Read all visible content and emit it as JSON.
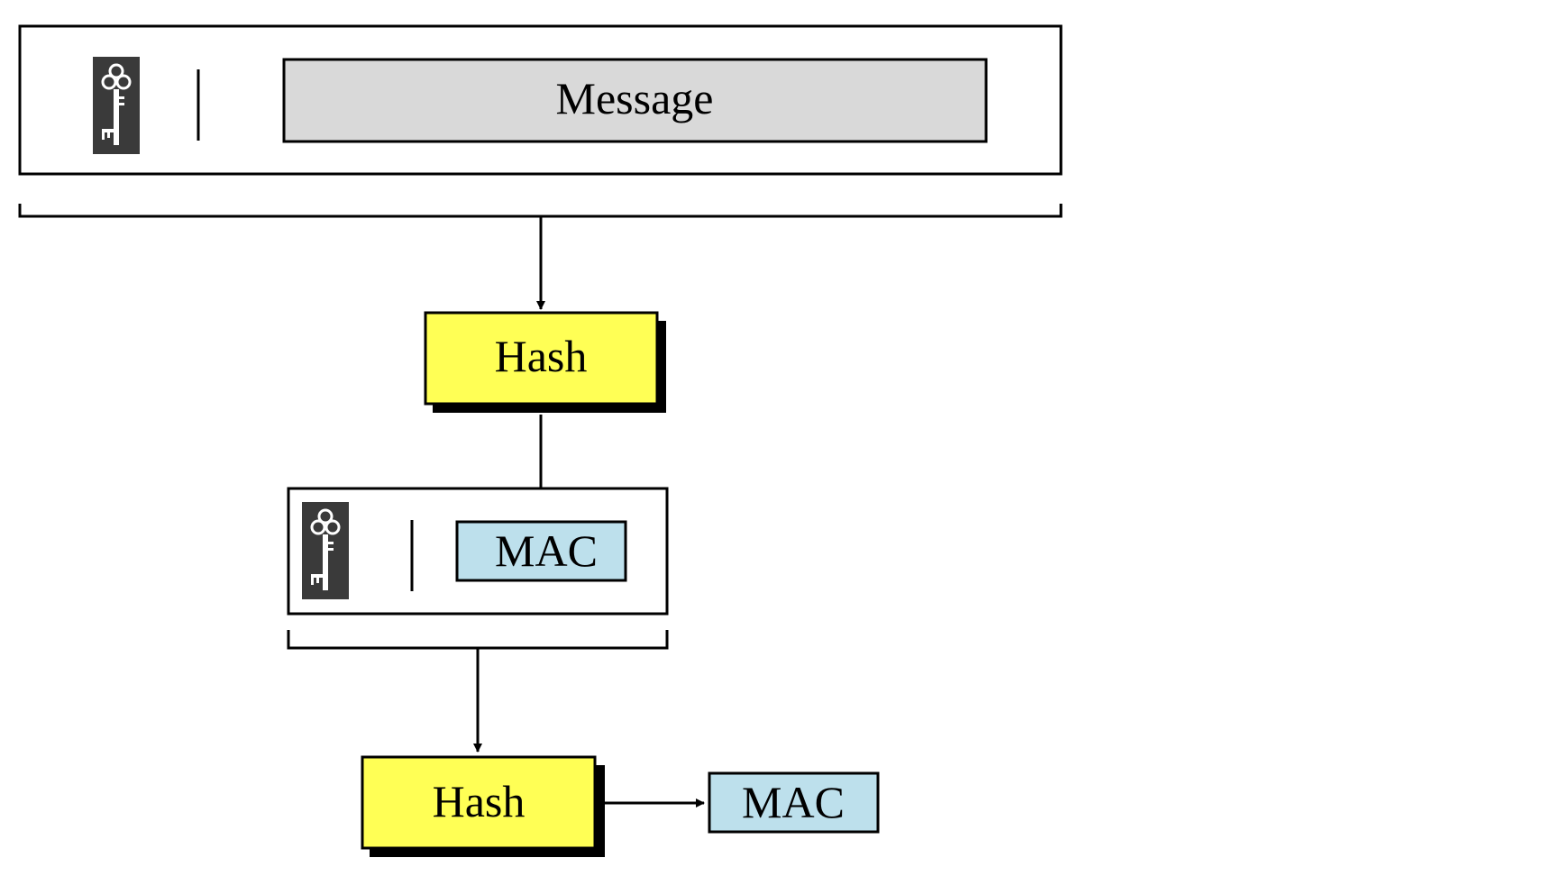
{
  "stage1": {
    "message_label": "Message",
    "message_fill": "#d9d9d9"
  },
  "hash1": {
    "label": "Hash",
    "fill": "#ffff55"
  },
  "stage2": {
    "mac_label": "MAC",
    "mac_fill": "#bde0ec"
  },
  "hash2": {
    "label": "Hash",
    "fill": "#ffff55"
  },
  "output": {
    "mac_label": "MAC",
    "mac_fill": "#bde0ec"
  },
  "icons": {
    "key": "key-icon",
    "key_tile_color": "#3a3a3a",
    "key_color": "#ffffff"
  }
}
